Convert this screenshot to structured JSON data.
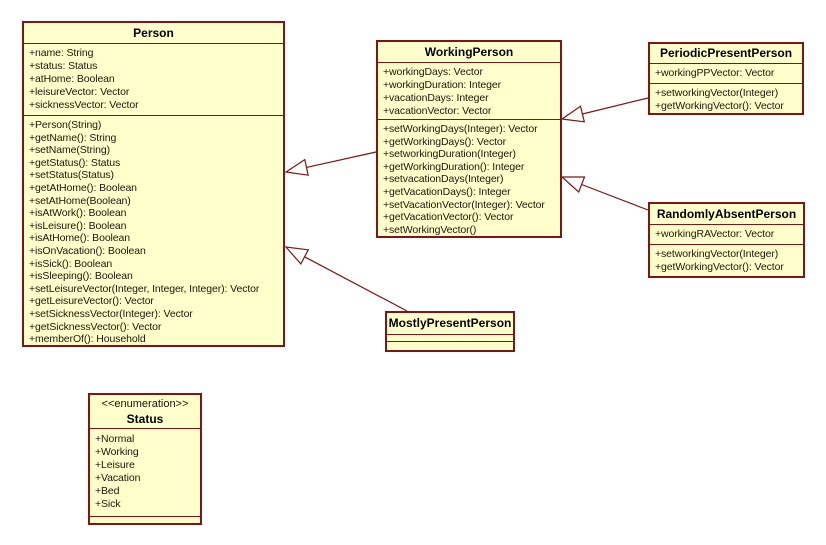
{
  "diagram": {
    "type": "uml-class-diagram",
    "colors": {
      "class_fill": "#FFFFCC",
      "border": "#7E1616",
      "edge": "#7E1616",
      "title_text": "#000000",
      "member_text": "#221408",
      "background": "#FFFFFF"
    },
    "classes": [
      {
        "name": "Person",
        "stereotype": "",
        "attributes": [
          "+name: String",
          "+status: Status",
          "+atHome: Boolean",
          "+leisureVector: Vector",
          "+sicknessVector: Vector"
        ],
        "methods": [
          "+Person(String)",
          "+getName(): String",
          "+setName(String)",
          "+getStatus(): Status",
          "+setStatus(Status)",
          "+getAtHome(): Boolean",
          "+setAtHome(Boolean)",
          "+isAtWork(): Boolean",
          "+isLeisure(): Boolean",
          "+isAtHome(): Boolean",
          "+isOnVacation(): Boolean",
          "+isSick(): Boolean",
          "+isSleeping(): Boolean",
          "+setLeisureVector(Integer, Integer, Integer): Vector",
          "+getLeisureVector(): Vector",
          "+setSicknessVector(Integer): Vector",
          "+getSicknessVector(): Vector",
          "+memberOf(): Household"
        ]
      },
      {
        "name": "WorkingPerson",
        "stereotype": "",
        "attributes": [
          "+workingDays: Vector",
          "+workingDuration: Integer",
          "+vacationDays: Integer",
          "+vacationVector: Vector"
        ],
        "methods": [
          "+setWorkingDays(Integer): Vector",
          "+getWorkingDays(): Vector",
          "+setworkingDuration(Integer)",
          "+getWorkingDuration(): Integer",
          "+setvacationDays(Integer)",
          "+getVacationDays(): Integer",
          "+setVacationVector(Integer): Vector",
          "+getVacationVector(): Vector",
          "+setWorkingVector()"
        ]
      },
      {
        "name": "PeriodicPresentPerson",
        "stereotype": "",
        "attributes": [
          "+workingPPVector: Vector"
        ],
        "methods": [
          "+setworkingVector(Integer)",
          "+getWorkingVector(): Vector"
        ]
      },
      {
        "name": "RandomlyAbsentPerson",
        "stereotype": "",
        "attributes": [
          "+workingRAVector: Vector"
        ],
        "methods": [
          "+setworkingVector(Integer)",
          "+getWorkingVector(): Vector"
        ]
      },
      {
        "name": "MostlyPresentPerson",
        "stereotype": "",
        "attributes": [],
        "methods": []
      },
      {
        "name": "Status",
        "stereotype": "<<enumeration>>",
        "attributes": [
          "+Normal",
          "+Working",
          "+Leisure",
          "+Vacation",
          "+Bed",
          "+Sick"
        ],
        "methods": []
      }
    ],
    "relations": [
      {
        "type": "generalization",
        "from": "WorkingPerson",
        "to": "Person"
      },
      {
        "type": "generalization",
        "from": "MostlyPresentPerson",
        "to": "Person"
      },
      {
        "type": "generalization",
        "from": "PeriodicPresentPerson",
        "to": "WorkingPerson"
      },
      {
        "type": "generalization",
        "from": "RandomlyAbsentPerson",
        "to": "WorkingPerson"
      }
    ]
  }
}
